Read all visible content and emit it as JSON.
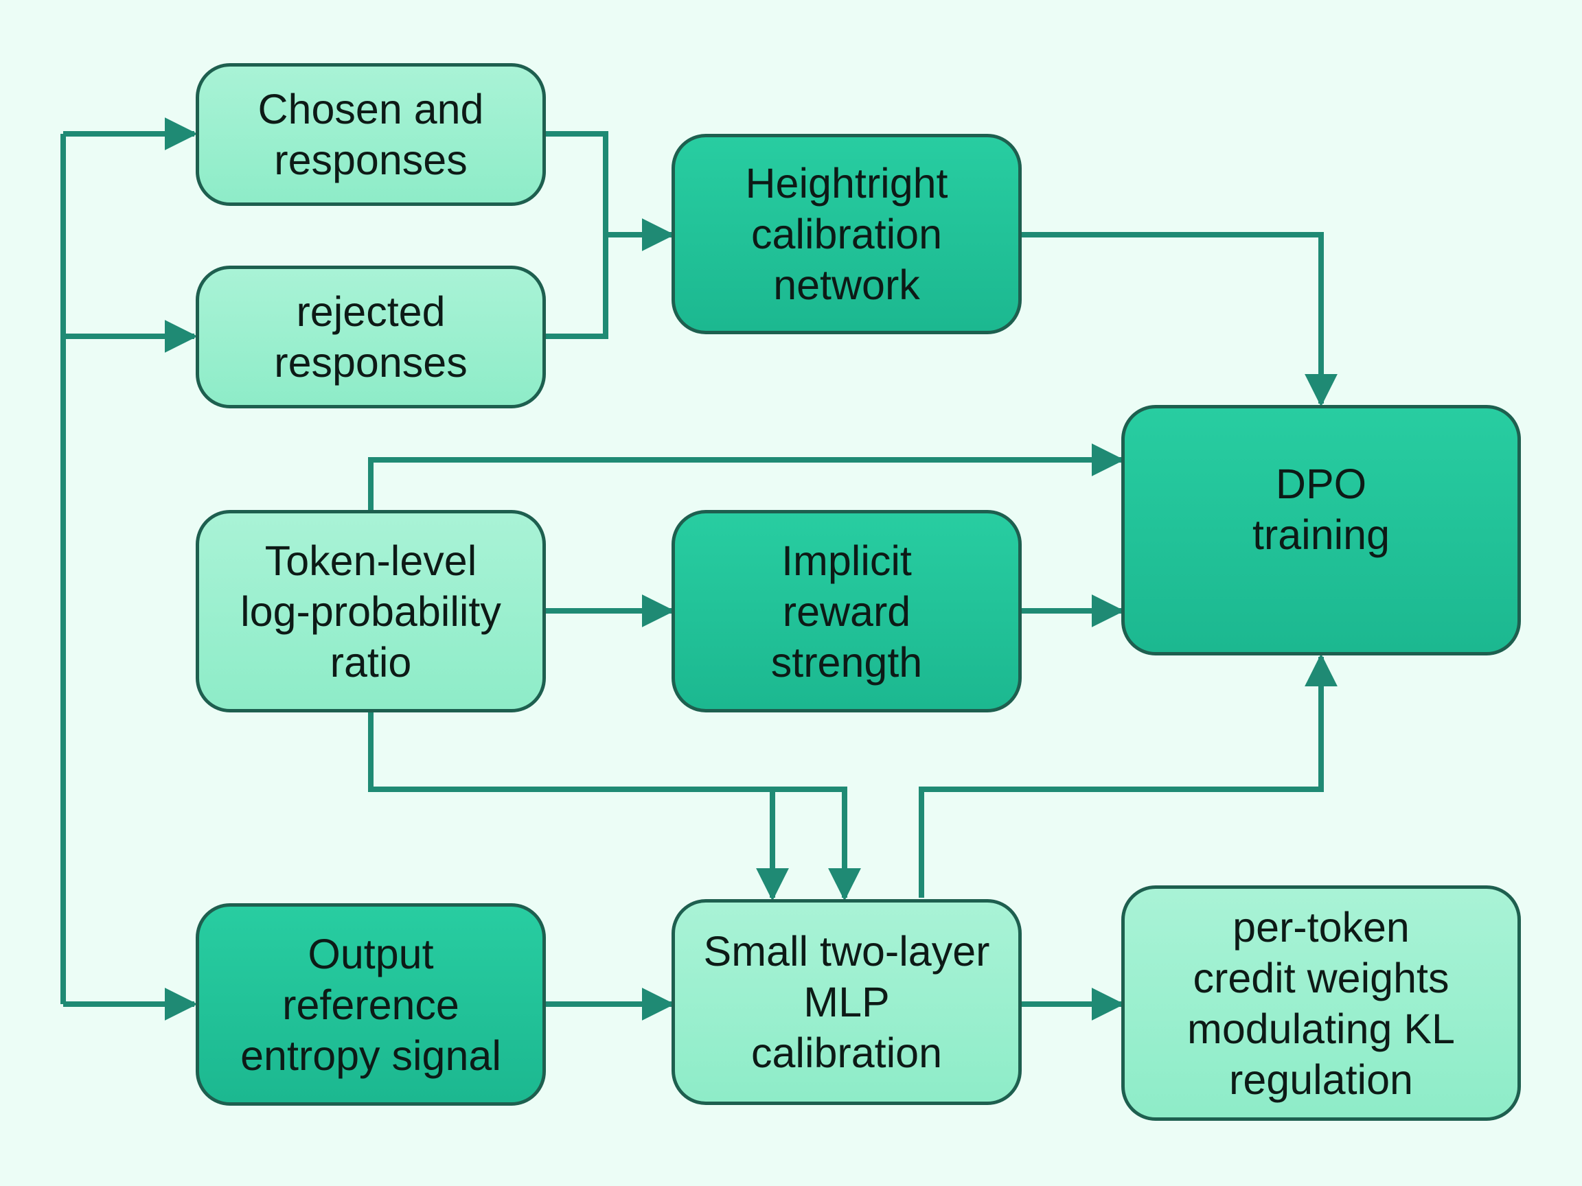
{
  "nodes": {
    "chosen": "Chosen and\nresponses",
    "rejected": "rejected\nresponses",
    "calib_net": "Heightright\ncalibration\nnetwork",
    "dpo": "DPO\ntraining",
    "token_ratio": "Token-level\nlog-probability\nratio",
    "implicit": "Implicit\nreward\nstrength",
    "entropy": "Output\nreference\nentropy signal",
    "mlp": "Small two-layer\nMLP\ncalibration",
    "credit": "per-token\ncredit weights\nmodulating KL\nregulation"
  },
  "colors": {
    "edge": "#1f8a74",
    "light_fill": "#9cf0cf",
    "dark_fill": "#22c49a",
    "border": "#1e5f4f",
    "background": "#ecfdf6"
  }
}
